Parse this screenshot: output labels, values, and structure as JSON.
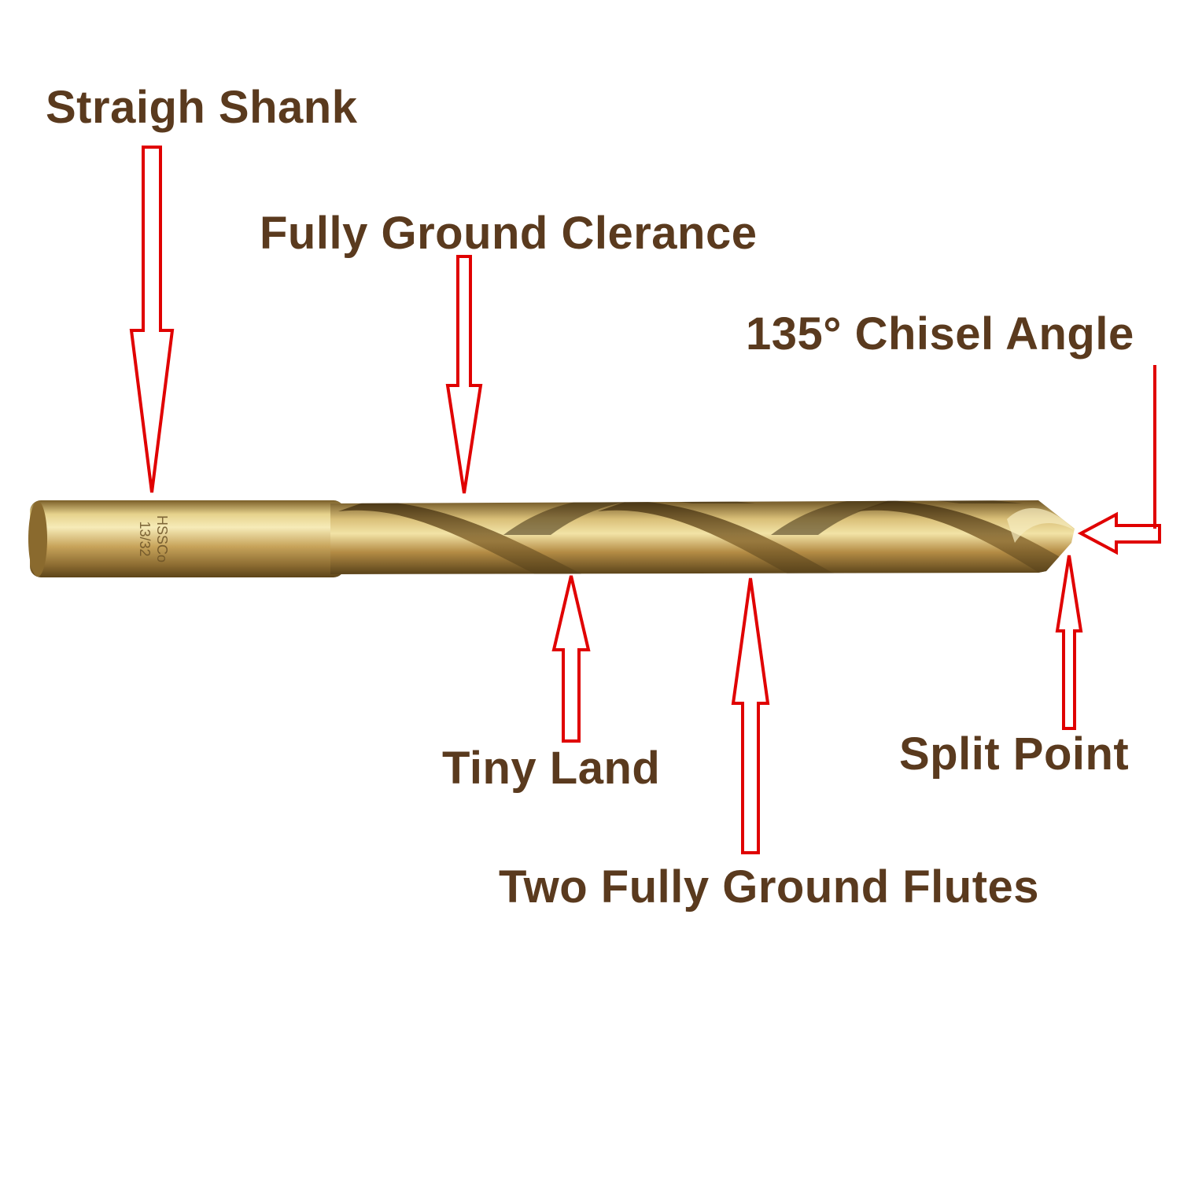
{
  "colors": {
    "label": "#5a3a1e",
    "arrow": "#e00000",
    "brass_light": "#f0dfa0",
    "brass_mid": "#c9a45a",
    "brass_dark": "#6b5322"
  },
  "labels": {
    "shank": "Straigh Shank",
    "clearance": "Fully Ground Clerance",
    "chisel": "135° Chisel Angle",
    "land": "Tiny Land",
    "split": "Split Point",
    "flutes": "Two Fully Ground Flutes"
  },
  "engraving": {
    "size": "13/32",
    "material": "HSSCo"
  }
}
